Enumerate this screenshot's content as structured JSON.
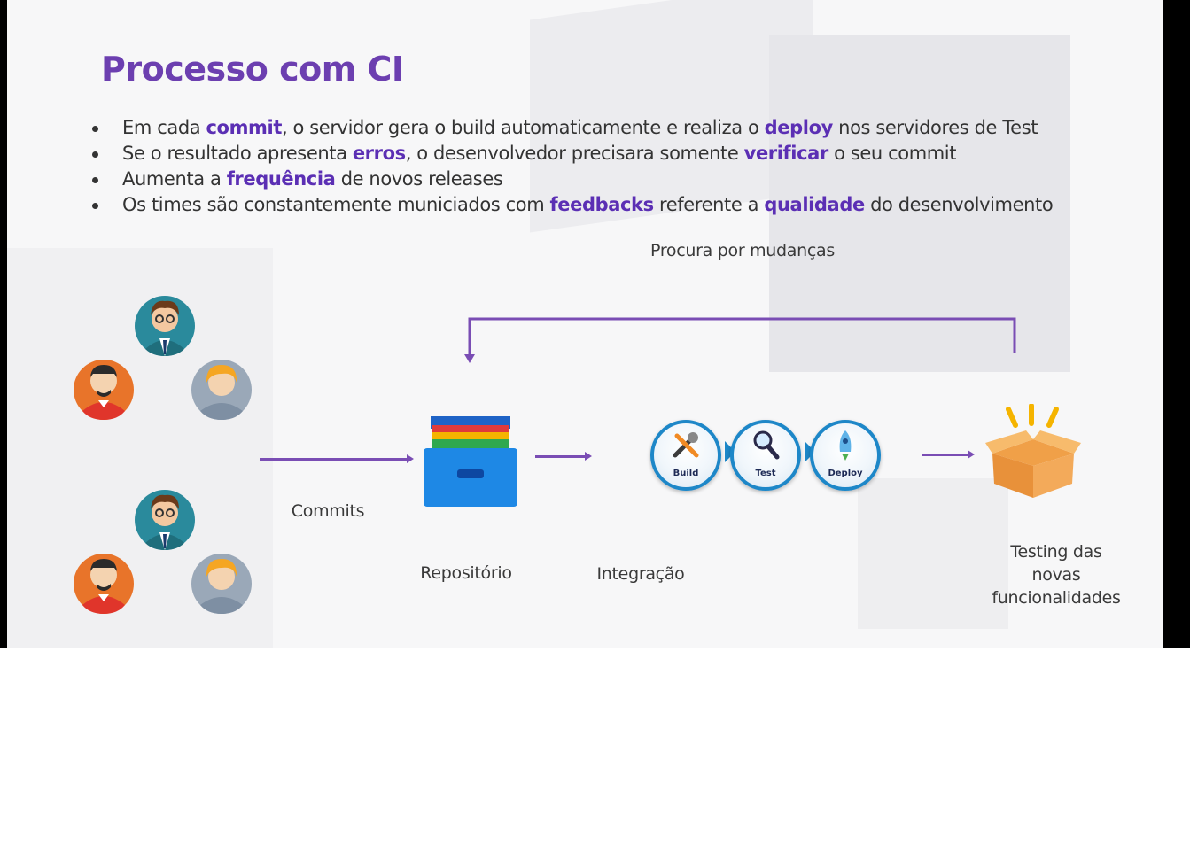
{
  "slide": {
    "title": "Processo com CI",
    "bullets": [
      [
        {
          "text": "Em cada ",
          "hl": false
        },
        {
          "text": "commit",
          "hl": true
        },
        {
          "text": ", o servidor gera o build automaticamente e realiza o ",
          "hl": false
        },
        {
          "text": "deploy",
          "hl": true
        },
        {
          "text": " nos servidores de Test",
          "hl": false
        }
      ],
      [
        {
          "text": "Se o resultado apresenta ",
          "hl": false
        },
        {
          "text": "erros",
          "hl": true
        },
        {
          "text": ", o desenvolvedor precisara somente ",
          "hl": false
        },
        {
          "text": "verificar",
          "hl": true
        },
        {
          "text": " o seu commit",
          "hl": false
        }
      ],
      [
        {
          "text": "Aumenta a ",
          "hl": false
        },
        {
          "text": "frequência",
          "hl": true
        },
        {
          "text": " de novos releases",
          "hl": false
        }
      ],
      [
        {
          "text": "Os times são constantemente municiados com ",
          "hl": false
        },
        {
          "text": "feedbacks",
          "hl": true
        },
        {
          "text": " referente a ",
          "hl": false
        },
        {
          "text": "qualidade",
          "hl": true
        },
        {
          "text": " do desenvolvimento",
          "hl": false
        }
      ]
    ]
  },
  "diagram": {
    "loop_label": "Procura por mudanças",
    "commits_label": "Commits",
    "repo_label": "Repositório",
    "integration_label": "Integração",
    "testing_label_lines": [
      "Testing das",
      "novas",
      "funcionalidades"
    ],
    "stages": [
      {
        "label": "Build",
        "icon": "wrench-screwdriver-icon"
      },
      {
        "label": "Test",
        "icon": "magnifier-icon"
      },
      {
        "label": "Deploy",
        "icon": "rocket-icon"
      }
    ],
    "colors": {
      "accent": "#6c3fb0",
      "arrow": "#7a4db4",
      "stage_ring": "#1d87c8"
    }
  }
}
